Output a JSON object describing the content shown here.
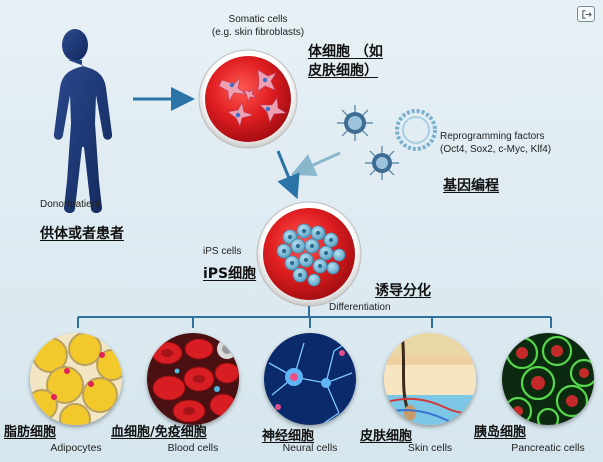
{
  "toolbar": {
    "exit_icon": "exit-icon"
  },
  "donor": {
    "label": "Donor/patient",
    "label_zh": "供体或者患者"
  },
  "somatic": {
    "label_line1": "Somatic cells",
    "label_line2": "(e.g. skin fibroblasts)",
    "label_zh_line1": "体细胞 （如",
    "label_zh_line2": "皮肤细胞）"
  },
  "reprogramming": {
    "label_line1": "Reprogramming factors",
    "label_line2": "(Oct4, Sox2, c-Myc, Klf4)",
    "label_zh": "基因编程"
  },
  "ips": {
    "label": "iPS cells",
    "label_zh": "iPS细胞"
  },
  "differentiation": {
    "label": "Differentiation",
    "label_zh": "诱导分化"
  },
  "outcomes": [
    {
      "label": "Adipocytes",
      "label_zh": "脂肪细胞"
    },
    {
      "label": "Blood cells",
      "label_zh": "血细胞/免疫细胞"
    },
    {
      "label": "Neural cells",
      "label_zh": "神经细胞"
    },
    {
      "label": "Skin cells",
      "label_zh": "皮肤细胞"
    },
    {
      "label": "Pancreatic cells",
      "label_zh": "胰岛细胞"
    }
  ],
  "colors": {
    "arrow": "#2b74a8",
    "tree": "#2e6f9c",
    "dish_red": "#d81e22",
    "human": "#1e3a7a"
  }
}
